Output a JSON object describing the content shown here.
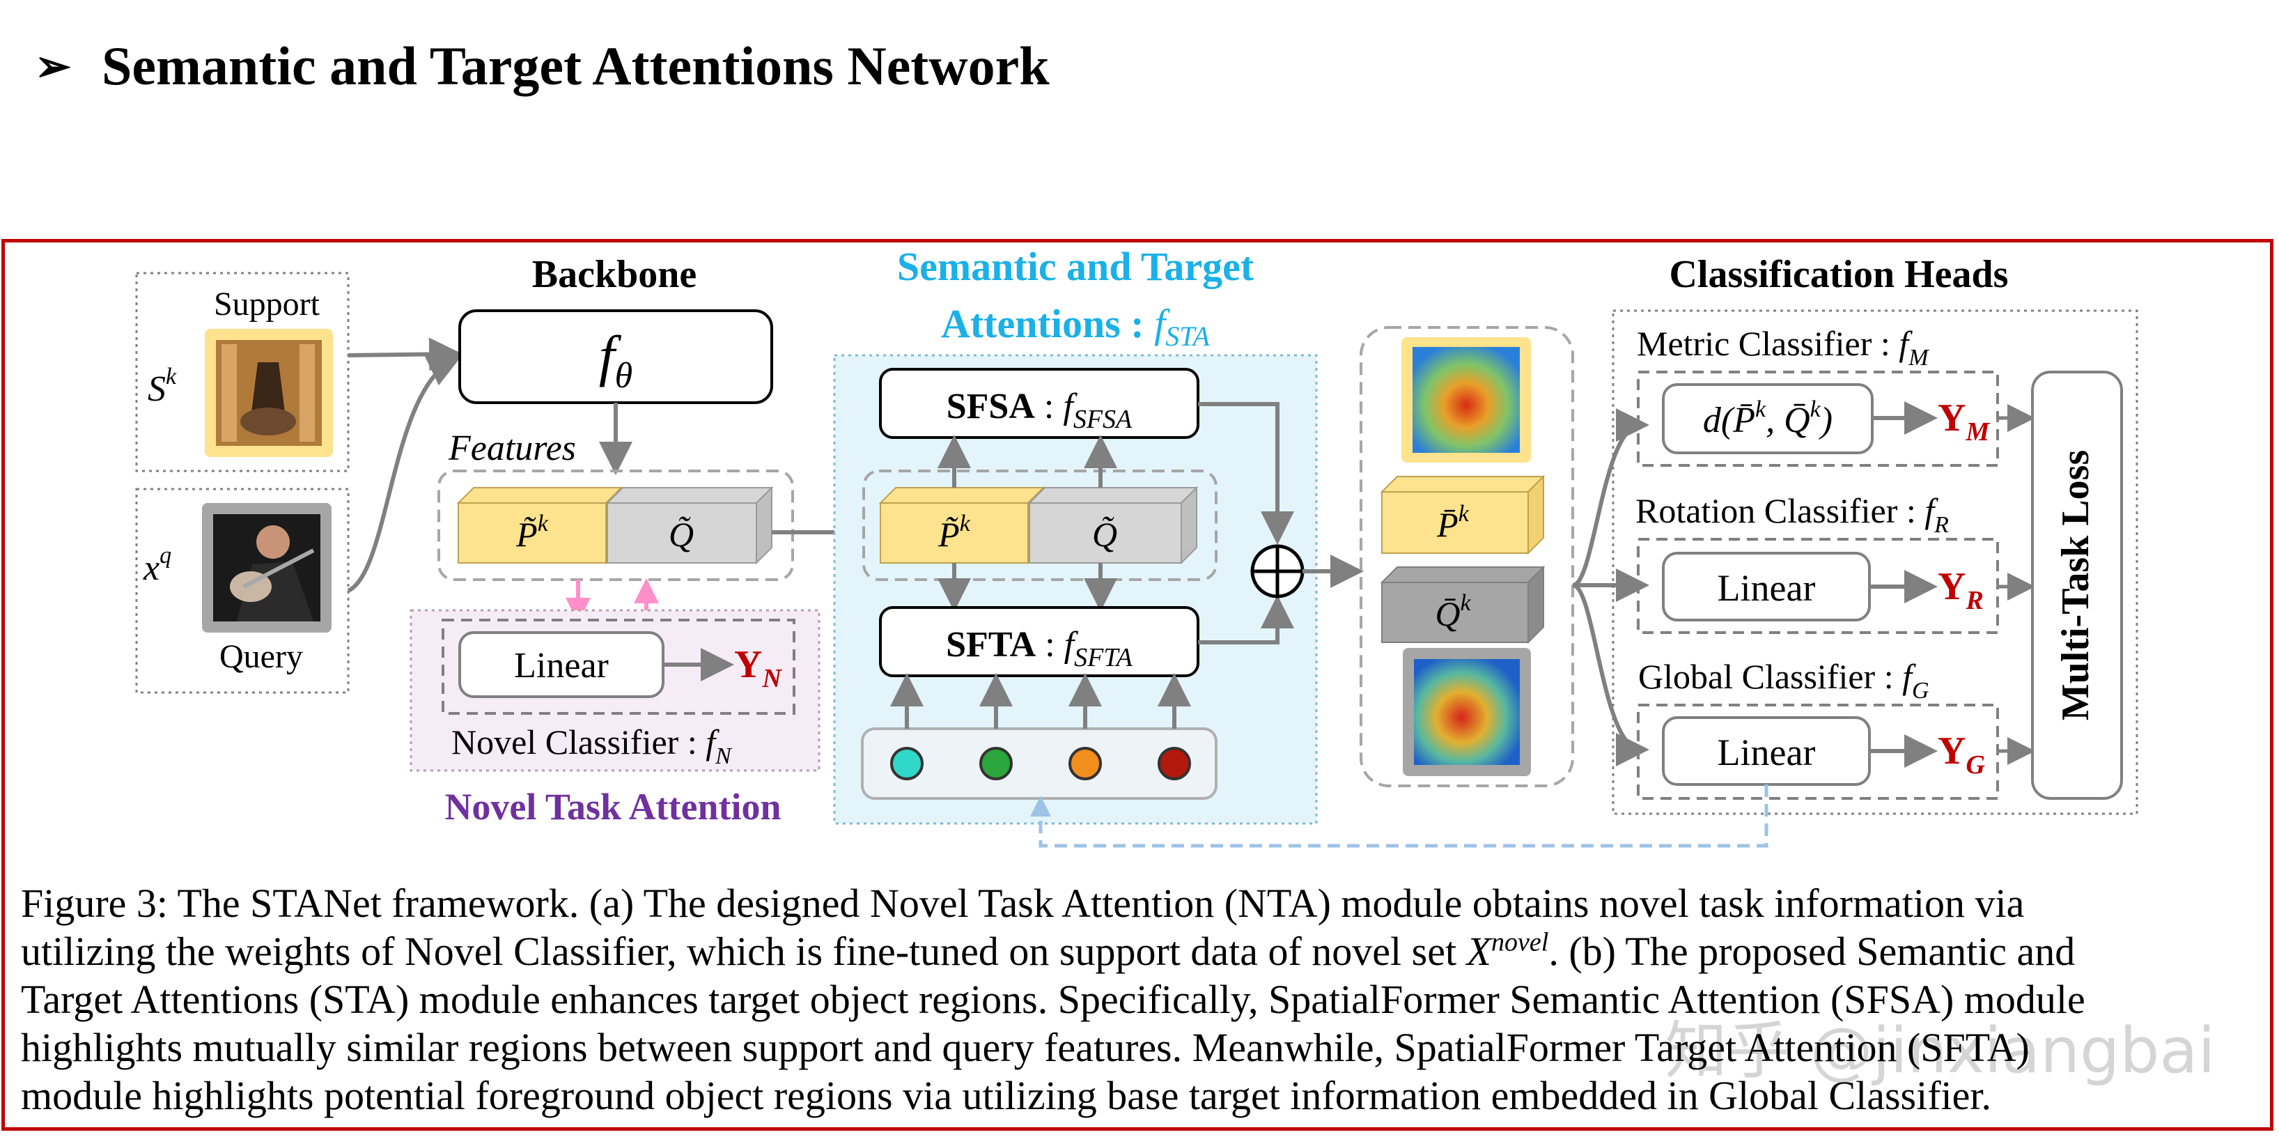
{
  "title": "Semantic and Target Attentions Network",
  "title_bullet": "➢",
  "diagram": {
    "input": {
      "support_label": "Support",
      "support_symbol": "S",
      "support_sup": "k",
      "query_label": "Query",
      "query_symbol": "x",
      "query_sup": "q"
    },
    "backbone": {
      "title": "Backbone",
      "function": "f",
      "function_sub": "θ",
      "features_label": "Features",
      "p_tilde": "P̃",
      "p_sup": "k",
      "q_tilde": "Q̃"
    },
    "nta": {
      "title": "Novel Task Attention",
      "linear_label": "Linear",
      "output_Y": "Y",
      "output_sub": "N",
      "classifier_label": "Novel Classifier : ",
      "classifier_f": "f",
      "classifier_sub": "N"
    },
    "sta": {
      "title_line1": "Semantic and Target",
      "title_line2": "Attentions : ",
      "title_f": "f",
      "title_sub": "STA",
      "sfsa_bold": "SFSA",
      "sfsa_sep": " : ",
      "sfsa_f": "f",
      "sfsa_sub": "SFSA",
      "sfta_bold": "SFTA",
      "sfta_sep": " : ",
      "sfta_f": "f",
      "sfta_sub": "SFTA",
      "p_tilde": "P̃",
      "p_sup": "k",
      "q_tilde": "Q̃",
      "target_dot_colors": [
        "#2fd8c8",
        "#2aa63a",
        "#f28e1c",
        "#b3190c"
      ]
    },
    "fusion": {
      "oplus": "⊕",
      "p_bar": "P̄",
      "p_sup": "k",
      "q_bar": "Q̄",
      "q_sup": "k"
    },
    "heads": {
      "title": "Classification Heads",
      "metric_label": "Metric Classifier : ",
      "metric_f": "f",
      "metric_sub": "M",
      "metric_d": "d(",
      "metric_p": "P̄",
      "metric_pk": "k",
      "metric_comma": ", ",
      "metric_q": "Q̄",
      "metric_qk": "k",
      "metric_close": ")",
      "metric_Y": "Y",
      "metric_Ysub": "M",
      "rotation_label": "Rotation Classifier : ",
      "rotation_f": "f",
      "rotation_sub": "R",
      "rotation_linear": "Linear",
      "rotation_Y": "Y",
      "rotation_Ysub": "R",
      "global_label": "Global Classifier : ",
      "global_f": "f",
      "global_sub": "G",
      "global_linear": "Linear",
      "global_Y": "Y",
      "global_Ysub": "G",
      "loss_label": "Multi-Task Loss"
    },
    "colors": {
      "sta_title": "#1ab0e8",
      "nta_title": "#7030a0",
      "output_red": "#c00000",
      "feature_yellow": "#fde38e",
      "feature_gray": "#d6d6d6",
      "bar_gray": "#a6a6a6",
      "frame_red": "#c00000",
      "sta_bg": "#e4f4fb",
      "nta_bg": "#f6ecf6",
      "pink_arrow": "#ff8fc8",
      "dashed_blue": "#9dc3e6"
    },
    "icons": {
      "support_image": "guitar-photo-icon",
      "query_image": "guitarist-photo-icon",
      "support_heatmap": "heatmap-support-icon",
      "query_heatmap": "heatmap-query-icon"
    }
  },
  "caption": {
    "line1": "Figure 3: The STANet framework. (a) The designed Novel Task Attention (NTA) module obtains novel task information via",
    "line2_a": "utilizing the weights of Novel Classifier, which is fine-tuned on support data of novel set ",
    "line2_var": "X",
    "line2_sup": "novel",
    "line2_b": ". (b) The proposed Semantic and",
    "line3": "Target Attentions (STA) module enhances target object regions. Specifically, SpatialFormer Semantic Attention (SFSA) module",
    "line4": "highlights mutually similar regions between support and query features. Meanwhile, SpatialFormer Target Attention (SFTA)",
    "line5": "module highlights potential foreground object regions via utilizing base target information embedded in Global Classifier."
  },
  "watermark": "知乎 @jinxiangbai"
}
